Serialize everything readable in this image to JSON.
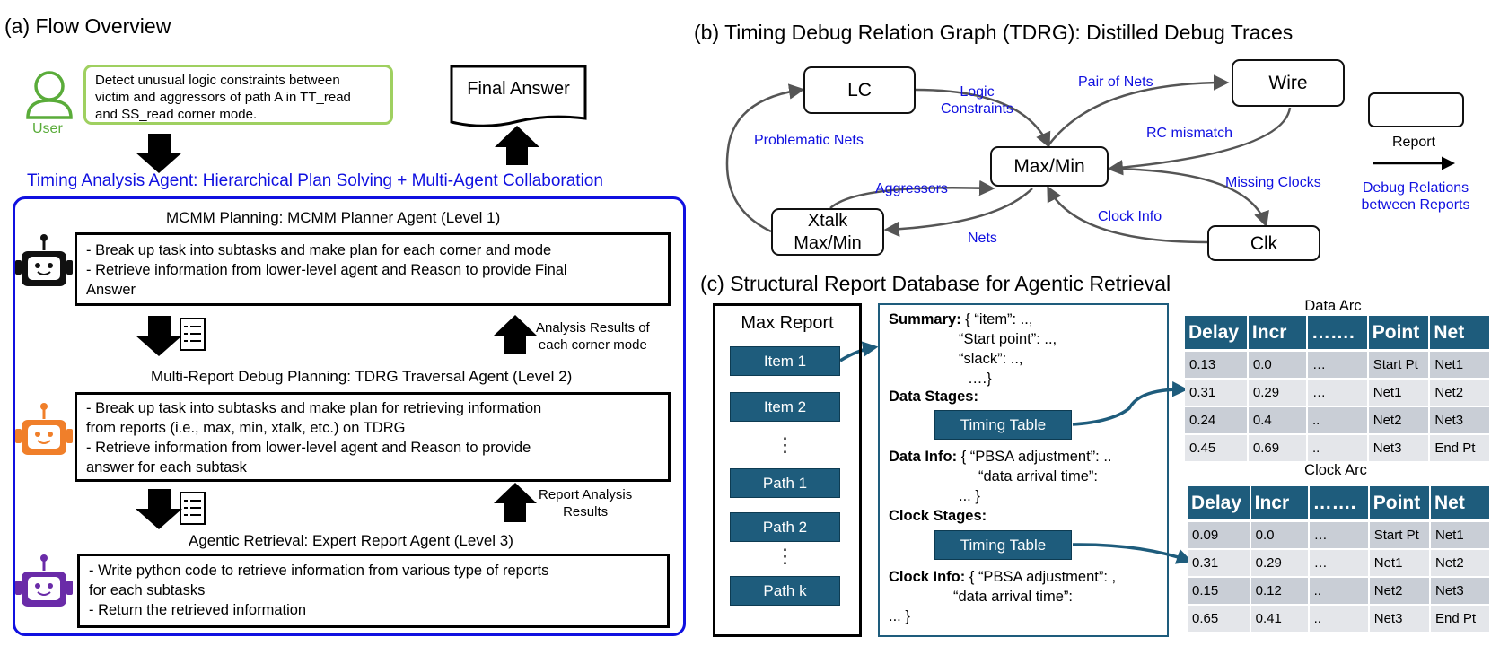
{
  "section_a": {
    "title": "(a) Flow Overview",
    "user_label": "User",
    "user_query": [
      "Detect unusual logic constraints between",
      "victim and aggressors of path A in TT_read",
      "and SS_read corner mode."
    ],
    "final_answer": "Final Answer",
    "agent_title": "Timing Analysis Agent: Hierarchical Plan Solving + Multi-Agent Collaboration",
    "level1": {
      "title": "MCMM Planning: MCMM Planner Agent (Level 1)",
      "lines": [
        "- Break up task into subtasks and make plan for each corner and mode",
        "- Retrieve information from lower-level agent and Reason to provide Final",
        "Answer"
      ],
      "robot_color": "#111111"
    },
    "analysis_results": [
      "Analysis Results of",
      "each corner mode"
    ],
    "level2": {
      "title": "Multi-Report Debug Planning: TDRG Traversal Agent (Level 2)",
      "lines": [
        "- Break up task into subtasks and make plan for retrieving information",
        "from reports (i.e., max, min, xtalk, etc.) on TDRG",
        "- Retrieve information from lower-level agent and Reason to provide",
        "answer for each subtask"
      ],
      "robot_color": "#f07f2a"
    },
    "report_results": [
      "Report Analysis",
      "Results"
    ],
    "level3": {
      "title": "Agentic Retrieval: Expert Report Agent (Level 3)",
      "lines": [
        "- Write python code to retrieve information from various type of reports",
        "for each subtasks",
        "- Return the retrieved information"
      ],
      "robot_color": "#6a2ba8"
    },
    "user_color": "#5aac3a",
    "agent_color": "#1010e0"
  },
  "section_b": {
    "title": "(b) Timing Debug Relation Graph (TDRG): Distilled Debug Traces",
    "nodes": {
      "lc": "LC",
      "wire": "Wire",
      "maxmin": "Max/Min",
      "xtalk": [
        "Xtalk",
        "Max/Min"
      ],
      "clk": "Clk"
    },
    "edges": {
      "logic_constraints": [
        "Logic",
        "Constraints"
      ],
      "pair_of_nets": "Pair of Nets",
      "rc_mismatch": "RC mismatch",
      "problematic_nets": "Problematic Nets",
      "aggressors": "Aggressors",
      "missing_clocks": "Missing Clocks",
      "nets": "Nets",
      "clock_info": "Clock Info"
    },
    "legend": {
      "report": "Report",
      "relations": [
        "Debug Relations",
        "between Reports"
      ]
    }
  },
  "section_c": {
    "title": "(c) Structural Report Database for Agentic Retrieval",
    "max_report": "Max Report",
    "items": [
      "Item 1",
      "Item 2",
      "⋮",
      "Path 1",
      "Path 2",
      "⋮",
      "Path k"
    ],
    "summary": {
      "label": "Summary:",
      "lines": [
        "{ “item”: ..,",
        "“Start point”: ..,",
        "“slack”: ..,",
        "….}"
      ]
    },
    "data_stages": "Data Stages:",
    "timing_table": "Timing Table",
    "data_info": {
      "label": "Data Info:",
      "lines": [
        "{ “PBSA adjustment”: ..",
        "“data arrival time”:",
        "... }"
      ]
    },
    "clock_stages": "Clock Stages:",
    "clock_info": {
      "label": "Clock Info:",
      "lines": [
        "{ “PBSA adjustment”: ,",
        "“data arrival time”:",
        "... }"
      ]
    },
    "data_arc": {
      "title": "Data Arc",
      "headers": [
        "Delay",
        "Incr",
        "…….",
        "Point",
        "Net"
      ],
      "rows": [
        [
          "0.13",
          "0.0",
          "…",
          "Start Pt",
          "Net1"
        ],
        [
          "0.31",
          "0.29",
          "…",
          "Net1",
          "Net2"
        ],
        [
          "0.24",
          "0.4",
          "..",
          "Net2",
          "Net3"
        ],
        [
          "0.45",
          "0.69",
          "..",
          "Net3",
          "End Pt"
        ]
      ]
    },
    "clock_arc": {
      "title": "Clock Arc",
      "headers": [
        "Delay",
        "Incr",
        "…….",
        "Point",
        "Net"
      ],
      "rows": [
        [
          "0.09",
          "0.0",
          "…",
          "Start Pt",
          "Net1"
        ],
        [
          "0.31",
          "0.29",
          "…",
          "Net1",
          "Net2"
        ],
        [
          "0.15",
          "0.12",
          "..",
          "Net2",
          "Net3"
        ],
        [
          "0.65",
          "0.41",
          "..",
          "Net3",
          "End Pt"
        ]
      ]
    },
    "accent_color": "#1e5c7c"
  }
}
